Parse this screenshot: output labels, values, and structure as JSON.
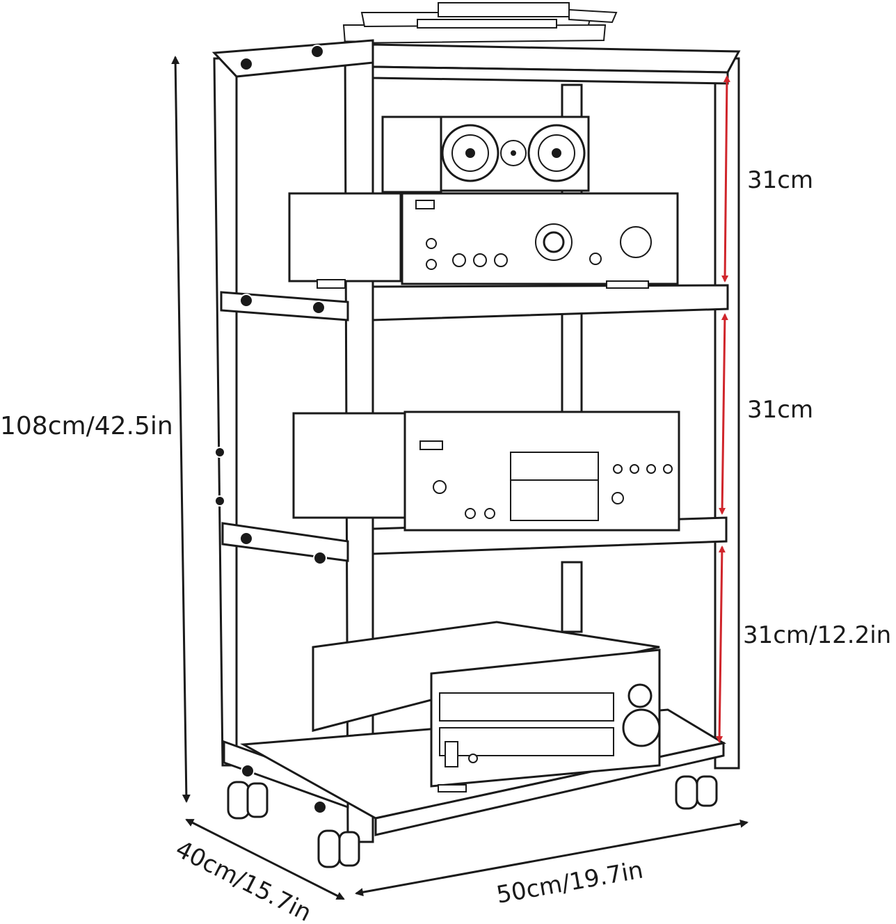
{
  "dimensions": {
    "height_total": "108cm/42.5in",
    "shelf_gap_top": "31cm",
    "shelf_gap_middle": "31cm",
    "shelf_gap_bottom": "31cm/12.2in",
    "depth": "40cm/15.7in",
    "width": "50cm/19.7in"
  },
  "colors": {
    "line": "#1a1a1a",
    "measure_red": "#d0252b"
  },
  "icons": {
    "dimension_arrow": "double-headed-arrow",
    "caster": "caster-wheel-icon"
  }
}
